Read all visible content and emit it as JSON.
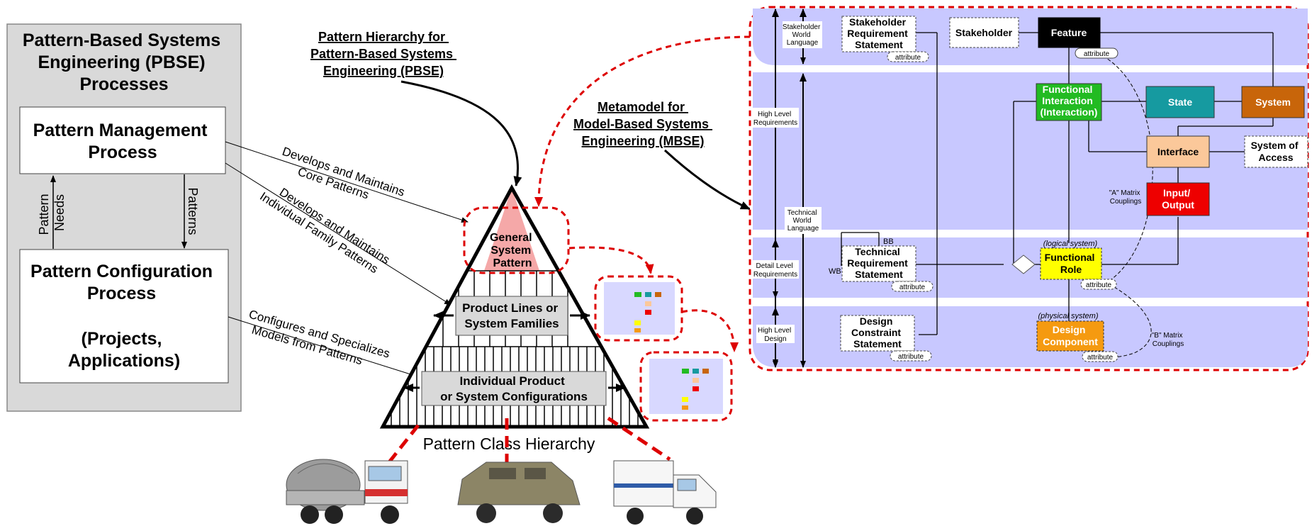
{
  "left_panel": {
    "title_lines": [
      "Pattern-Based Systems",
      "Engineering (PBSE)",
      "Processes"
    ],
    "management_lines": [
      "Pattern Management",
      "Process"
    ],
    "configuration_lines": [
      "Pattern Configuration",
      "Process",
      "",
      "(Projects,",
      "Applications)"
    ],
    "needs_lines": [
      "Pattern",
      "Needs"
    ],
    "patterns_label": "Patterns"
  },
  "pyramid": {
    "hierarchy_title_lines": [
      "Pattern Hierarchy for",
      "Pattern-Based Systems",
      "Engineering (PBSE)"
    ],
    "general_lines": [
      "General",
      "System",
      "Pattern"
    ],
    "product_lines": [
      "Product Lines or",
      "System Families"
    ],
    "individual_lines": [
      "Individual Product",
      "or System Configurations"
    ],
    "class_hierarchy_label": "Pattern Class Hierarchy"
  },
  "connector_labels": {
    "core_lines": [
      "Develops and Maintains",
      "Core Patterns"
    ],
    "family_lines": [
      "Develops and Maintains",
      "Individual Family Patterns"
    ],
    "configures_lines": [
      "Configures and Specializes",
      "Models from Patterns"
    ]
  },
  "metamodel": {
    "title_lines": [
      "Metamodel for",
      "Model-Based Systems",
      "Engineering (MBSE)"
    ],
    "bands": {
      "stakeholder_lines": [
        "Stakeholder",
        "World",
        "Language"
      ],
      "high_level_req_lines": [
        "High Level",
        "Requirements"
      ],
      "technical_lines": [
        "Technical",
        "World",
        "Language"
      ],
      "detail_level_lines": [
        "Detail Level",
        "Requirements"
      ],
      "high_level_design_lines": [
        "High Level",
        "Design"
      ]
    },
    "boxes": {
      "stakeholder_req_lines": [
        "Stakeholder",
        "Requirement",
        "Statement"
      ],
      "stakeholder": "Stakeholder",
      "feature": "Feature",
      "functional_interaction_lines": [
        "Functional",
        "Interaction",
        "(Interaction)"
      ],
      "state": "State",
      "system": "System",
      "interface": "Interface",
      "system_of_access_lines": [
        "System of",
        "Access"
      ],
      "input_output_lines": [
        "Input/",
        "Output"
      ],
      "technical_req_lines": [
        "Technical",
        "Requirement",
        "Statement"
      ],
      "functional_role_lines": [
        "Functional",
        "Role"
      ],
      "design_constraint_lines": [
        "Design",
        "Constraint",
        "Statement"
      ],
      "design_component_lines": [
        "Design",
        "Component"
      ]
    },
    "attribute_label": "attribute",
    "logical_system": "(logical system)",
    "physical_system": "(physical system)",
    "a_matrix_lines": [
      "\"A\" Matrix",
      "Couplings"
    ],
    "b_matrix_lines": [
      "\"B\" Matrix",
      "Couplings"
    ],
    "bb_label": "BB",
    "wb_label": "WB"
  },
  "colors": {
    "band": "#c8c8ff",
    "dashed_red": "#dd0000",
    "feature": "#000000",
    "functional_interaction": "#22bb22",
    "state": "#169aa0",
    "system": "#c8650a",
    "interface": "#fbc89a",
    "input_output": "#ee0000",
    "functional_role": "#ffff00",
    "design_component": "#f59a10",
    "general_pattern": "#f5a8a8"
  }
}
